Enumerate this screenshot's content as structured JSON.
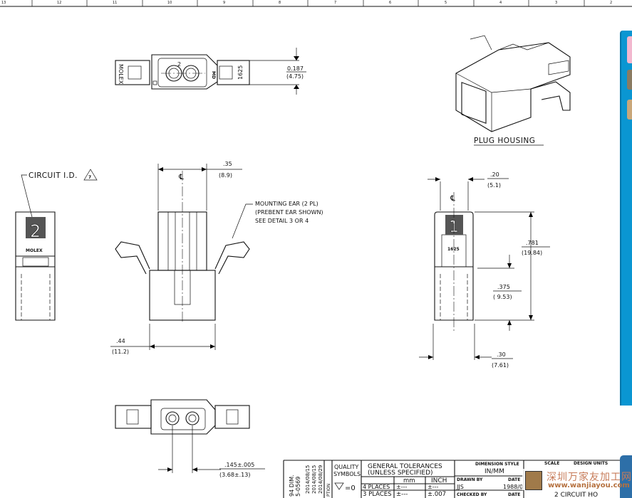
{
  "ruler": {
    "zones": [
      "13",
      "12",
      "11",
      "10",
      "9",
      "8",
      "7",
      "6",
      "5",
      "4",
      "3",
      "2"
    ]
  },
  "top_view": {
    "left_label": "MOLEX",
    "right_label": "1625",
    "mid_label": "MD",
    "cavity_label": "2",
    "dim_height": {
      "inch": "0.187",
      "mm": "(4.75)"
    }
  },
  "iso_view": {
    "label": "PLUG HOUSING"
  },
  "side_view_left": {
    "callout": "CIRCUIT I.D.",
    "note_ref": "7",
    "circuit_number": "2",
    "brand": "MOLEX"
  },
  "front_view": {
    "centerline": "℄",
    "dim_width_top": {
      "inch": ".35",
      "mm": "(8.9)"
    },
    "dim_width_bottom": {
      "inch": ".44",
      "mm": "(11.2)"
    },
    "note": [
      "MOUNTING EAR (2 PL)",
      "(PREBENT EAR SHOWN)",
      "SEE DETAIL 3 OR 4"
    ]
  },
  "side_view_right": {
    "centerline": "℄",
    "circuit_number": "1",
    "part_mark": "1625",
    "dim_top": {
      "inch": ".20",
      "mm": "(5.1)"
    },
    "dim_height": {
      "inch": ".781",
      "mm": "(19.84)"
    },
    "dim_mid": {
      "inch": ".375",
      "mm": "( 9.53)"
    },
    "dim_bottom": {
      "inch": ".30",
      "mm": "(7.61)"
    }
  },
  "bottom_view": {
    "dim_pitch": {
      "inch": ".145±.005",
      "mm": "(3.68±.13)"
    }
  },
  "title_block": {
    "revision_text": [
      "94 DIM.",
      "5-0569"
    ],
    "dates": [
      "2014/08/15",
      "2014/08/15",
      "2014/08/29"
    ],
    "option_label": "PTION",
    "quality_symbols": [
      "QUALITY",
      "SYMBOLS"
    ],
    "quality_value": "=0",
    "general_tolerances": [
      "GENERAL TOLERANCES",
      "(UNLESS SPECIFIED)"
    ],
    "col_mm": "mm",
    "col_inch": "INCH",
    "rows": [
      {
        "label": "4 PLACES",
        "mm": "±---",
        "inch": "±---"
      },
      {
        "label": "3 PLACES",
        "mm": "±---",
        "inch": "±.007"
      }
    ],
    "dimension_style_label": "DIMENSION STYLE",
    "dimension_style": "IN/MM",
    "drawn_by_label": "DRAWN BY",
    "drawn_by": "JJS",
    "date_label": "DATE",
    "date": "1988/0",
    "checked_by_label": "CHECKED BY",
    "checked_date_label": "DATE",
    "scale_label": "SCALE",
    "design_units_label": "DESIGN UNITS",
    "title_partial": "2 CIRCUIT HO"
  },
  "watermark": {
    "cn": "深圳万家友加工网",
    "url": "www.wanjiayou.com"
  }
}
